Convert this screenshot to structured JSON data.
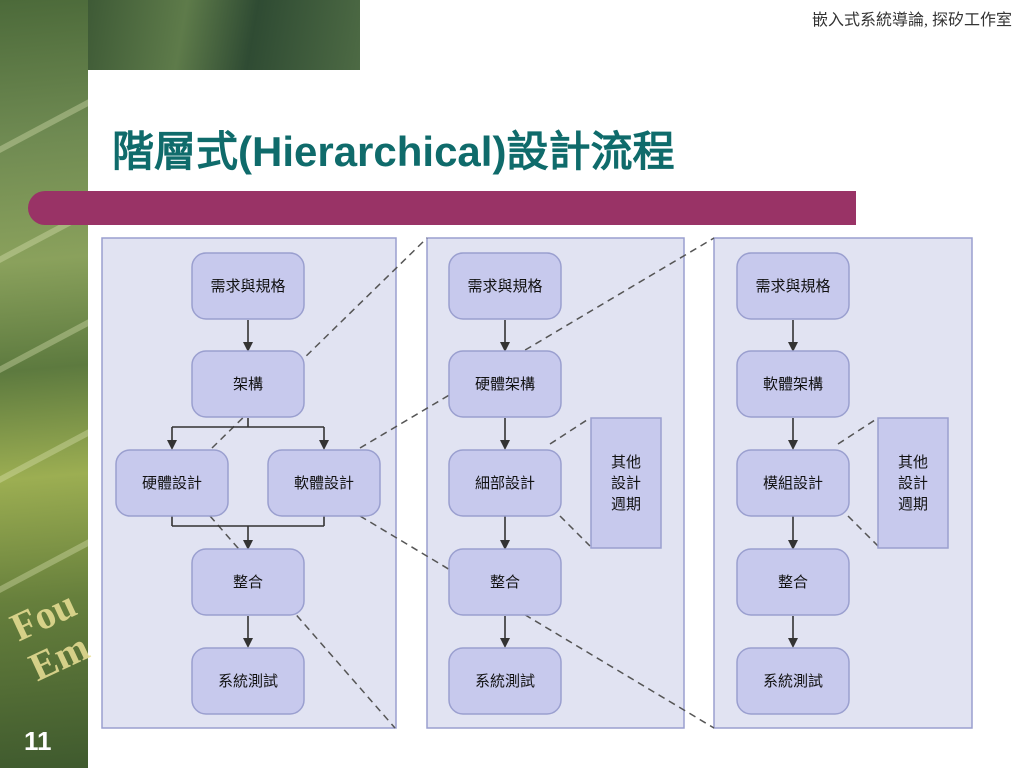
{
  "header": {
    "note": "嵌入式系統導論, 探矽工作室"
  },
  "title": "階層式(Hierarchical)設計流程",
  "slide_number": "11",
  "background_art": {
    "lines": [
      "Fou",
      "Em"
    ]
  },
  "colors": {
    "title": "#0f6b6b",
    "accent_bar": "#993366",
    "panel_fill": "#e1e3f2",
    "panel_border": "#9a9fcf",
    "node_fill": "#c7c9ed"
  },
  "diagram": {
    "panel_system": {
      "requirements": "需求與規格",
      "architecture": "架構",
      "hardware_design": "硬體設計",
      "software_design": "軟體設計",
      "integration": "整合",
      "system_test": "系統測試"
    },
    "panel_hardware": {
      "requirements": "需求與規格",
      "architecture": "硬體架構",
      "detail_design": "細部設計",
      "integration": "整合",
      "system_test": "系統測試",
      "other_cycle": [
        "其他",
        "設計",
        "週期"
      ]
    },
    "panel_software": {
      "requirements": "需求與規格",
      "architecture": "軟體架構",
      "module_design": "模組設計",
      "integration": "整合",
      "system_test": "系統測試",
      "other_cycle": [
        "其他",
        "設計",
        "週期"
      ]
    }
  }
}
